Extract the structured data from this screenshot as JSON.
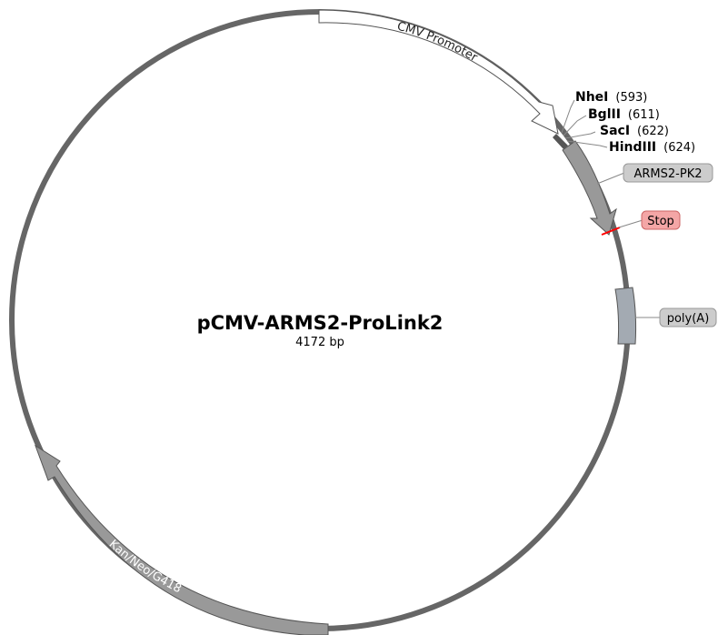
{
  "plasmid": {
    "name": "pCMV-ARMS2-ProLink2",
    "length": "4172 bp"
  },
  "features": [
    {
      "id": "cmv",
      "label": "CMV Promoter",
      "type": "promoter",
      "color": "#ffffff"
    },
    {
      "id": "arms2",
      "label": "ARMS2-PK2",
      "type": "cds",
      "color": "#999999"
    },
    {
      "id": "stop",
      "label": "Stop",
      "type": "stop",
      "color": "#ff0000"
    },
    {
      "id": "polya",
      "label": "poly(A)",
      "type": "terminator",
      "color": "#a3aab2"
    },
    {
      "id": "kan",
      "label": "Kan/Neo/G418",
      "type": "cds",
      "color": "#999999"
    }
  ],
  "sites": [
    {
      "name": "NheI",
      "pos": "(593)"
    },
    {
      "name": "BglII",
      "pos": "(611)"
    },
    {
      "name": "SacI",
      "pos": "(622)"
    },
    {
      "name": "HindIII",
      "pos": "(624)"
    }
  ],
  "colors": {
    "backbone": "#666666",
    "label_box": "#cccccc",
    "stop_box": "#f4a6a6"
  }
}
